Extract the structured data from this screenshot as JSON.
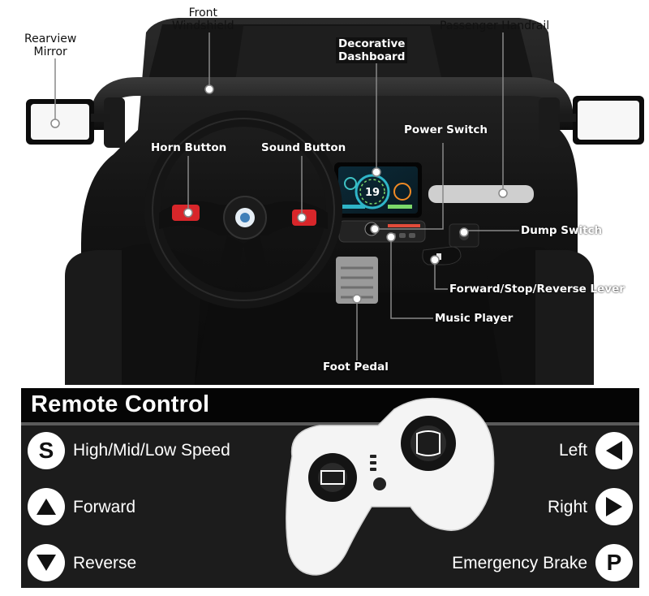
{
  "callouts": {
    "front_windshield": "Front\nWindshield",
    "rearview_mirror": "Rearview\nMirror",
    "decorative_dashboard": "Decorative\nDashboard",
    "passenger_handrail": "Passenger Handrail",
    "horn_button": "Horn Button",
    "sound_button": "Sound Button",
    "power_switch": "Power Switch",
    "dump_switch": "Dump Switch",
    "forward_stop_reverse_lever": "Forward/Stop/Reverse Lever",
    "music_player": "Music Player",
    "foot_pedal": "Foot Pedal"
  },
  "dashboard_display": {
    "speed_readout": "19"
  },
  "remote_control": {
    "title": "Remote Control",
    "left_column": [
      {
        "icon": "speed-s-icon",
        "glyph": "S",
        "label": "High/Mid/Low Speed"
      },
      {
        "icon": "up-triangle-icon",
        "glyph": "",
        "label": "Forward"
      },
      {
        "icon": "down-triangle-icon",
        "glyph": "",
        "label": "Reverse"
      }
    ],
    "right_column": [
      {
        "icon": "left-triangle-icon",
        "glyph": "",
        "label": "Left"
      },
      {
        "icon": "right-triangle-icon",
        "glyph": "",
        "label": "Right"
      },
      {
        "icon": "parking-p-icon",
        "glyph": "P",
        "label": "Emergency Brake"
      }
    ]
  },
  "colors": {
    "background": "#ffffff",
    "vehicle_body": "#121212",
    "panel_dark": "#1c1c1c",
    "header_black": "#050505",
    "button_red": "#d8262a",
    "screen_teal": "#2fb5c8",
    "remote_white": "#f4f4f4"
  }
}
